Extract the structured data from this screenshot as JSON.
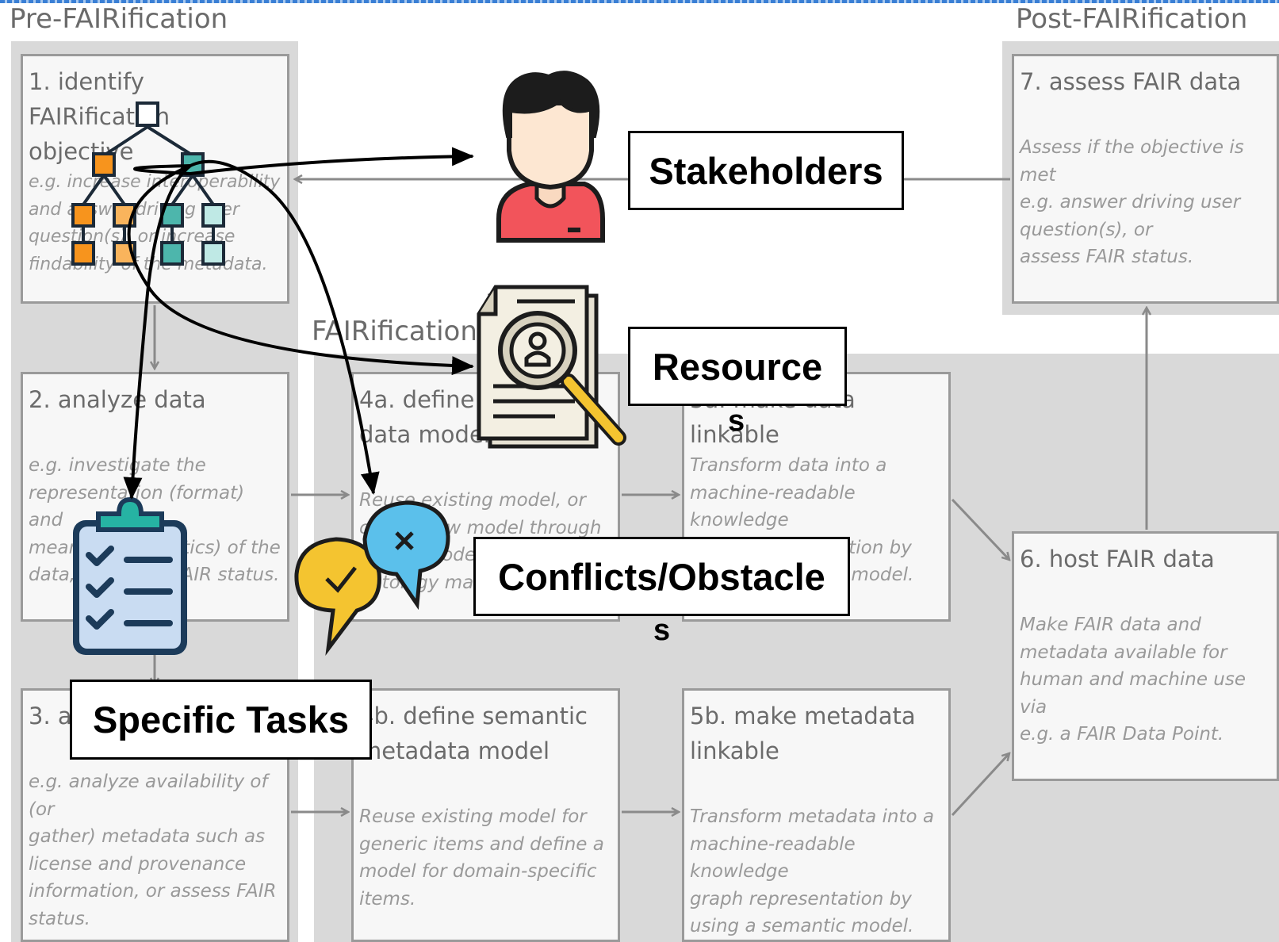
{
  "phases": {
    "pre": "Pre-FAIRification",
    "fair": "FAIRification",
    "post": "Post-FAIRification"
  },
  "steps": {
    "s1": {
      "title": "1. identify FAIRification\nobjective",
      "desc": "e.g. increase interoperability\nand answer driving user\nquestion(s), or increase\nfindability of the metadata."
    },
    "s2": {
      "title": "2. analyze data",
      "desc": "e.g. investigate the\nrepresentation (format) and\nmeaning (semantics) of the\ndata, or assess FAIR status."
    },
    "s3": {
      "title": "3. analyze metadata",
      "desc": "e.g. analyze availability of (or\ngather) metadata such as\nlicense and provenance\ninformation, or assess FAIR\nstatus."
    },
    "s4a": {
      "title": "4a. define semantic\ndata model",
      "desc": "Reuse existing model, or\ncreate new model through\nformal modeling, e.g. using\nontology matching for"
    },
    "s4b": {
      "title": "4b. define semantic\nmetadata model",
      "desc": "Reuse existing model for\ngeneric items and define a\nmodel for domain-specific\nitems."
    },
    "s5a": {
      "title": "5a. make data linkable",
      "desc": "Transform data into a\nmachine-readable knowledge\ngraph representation by\nusing a semantic model."
    },
    "s5b": {
      "title": "5b. make metadata\nlinkable",
      "desc": "Transform metadata into a\nmachine-readable knowledge\ngraph representation by\nusing a semantic model."
    },
    "s6": {
      "title": "6. host FAIR data",
      "desc": "Make FAIR data and\nmetadata available for\nhuman and machine use via\ne.g. a FAIR Data Point."
    },
    "s7": {
      "title": "7. assess FAIR data",
      "desc": "Assess if the objective is met\ne.g. answer driving user\nquestion(s), or\nassess FAIR status."
    }
  },
  "overlay": {
    "stakeholders": "Stakeholders",
    "resource": "Resource",
    "resource_spill": "s",
    "conflicts": "Conflicts/Obstacle",
    "conflicts_spill": "s",
    "tasks": "Specific Tasks"
  },
  "icons": [
    "hierarchy-icon",
    "person-icon",
    "document-search-icon",
    "speech-bubbles-icon",
    "checklist-icon"
  ],
  "colors": {
    "band": "#d9d9d9",
    "box_border": "#9a9a9a",
    "text_gray": "#6b6b6b",
    "orange": "#f7941d",
    "teal": "#4db6ac",
    "navy": "#1c3b5a",
    "person_shirt": "#f2545b",
    "bubble_yellow": "#f4c430",
    "bubble_blue": "#5bc0eb"
  }
}
